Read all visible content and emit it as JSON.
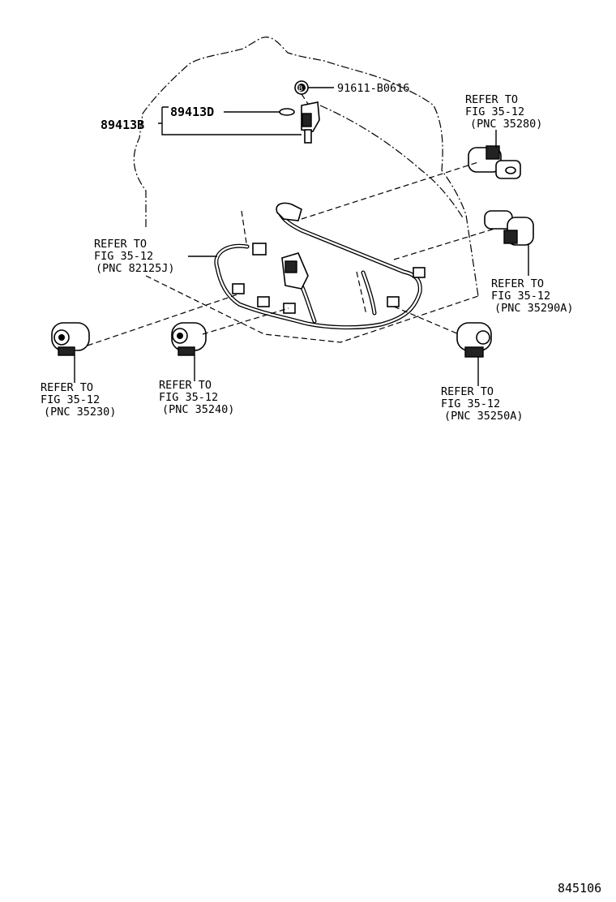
{
  "parts": {
    "p89413D": "89413D",
    "p89413B": "89413B",
    "bolt_badge": "B",
    "bolt_number": "91611-B0616"
  },
  "refs": {
    "r35280": [
      "REFER TO",
      "FIG 35-12",
      "(PNC 35280)"
    ],
    "r82125": [
      "REFER TO",
      "FIG 35-12",
      "(PNC 82125J)"
    ],
    "r35290": [
      "REFER TO",
      "FIG 35-12",
      "(PNC 35290A)"
    ],
    "r35230": [
      "REFER TO",
      "FIG 35-12",
      "(PNC 35230)"
    ],
    "r35240": [
      "REFER TO",
      "FIG 35-12",
      "(PNC 35240)"
    ],
    "r35250": [
      "REFER TO",
      "FIG 35-12",
      "(PNC 35250A)"
    ]
  },
  "diagram_id": "845106"
}
